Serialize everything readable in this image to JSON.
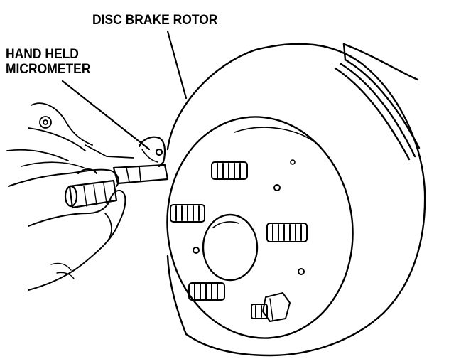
{
  "labels": {
    "rotor": "DISC BRAKE ROTOR",
    "micrometer_line1": "HAND HELD",
    "micrometer_line2": "MICROMETER"
  },
  "colors": {
    "ink": "#000000",
    "paper": "#ffffff"
  }
}
